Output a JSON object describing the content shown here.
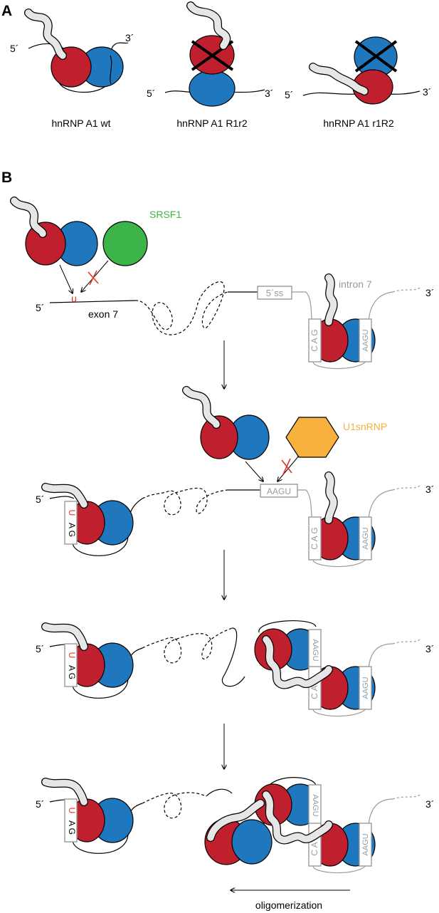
{
  "panel_a": {
    "label": "A",
    "five_prime": "5´",
    "three_prime": "3´",
    "captions": [
      "hnRNP A1 wt",
      "hnRNP A1 R1r2",
      "hnRNP A1 r1R2"
    ]
  },
  "panel_b": {
    "label": "B",
    "five_prime": "5´",
    "three_prime": "3´",
    "srsf1": "SRSF1",
    "u1snrnp": "U1snRNP",
    "site_u": "u",
    "exon": "exon 7",
    "intron": "intron 7",
    "ss_5": "5´ss",
    "aagu": "AAGU",
    "cag": "C A G",
    "uag_u": "U",
    "uag_rest": "A G",
    "oligomerization": "oligomerization"
  },
  "colors": {
    "rrm1_red": "#c0202e",
    "rrm2_blue": "#1f77bd",
    "srsf1_green": "#3cb44a",
    "u1snrnp_orange": "#f9b13d",
    "gly_tail_grey": "#e6e6e6",
    "intron_grey": "#9a9a9a",
    "mark_red": "#e0362b"
  }
}
